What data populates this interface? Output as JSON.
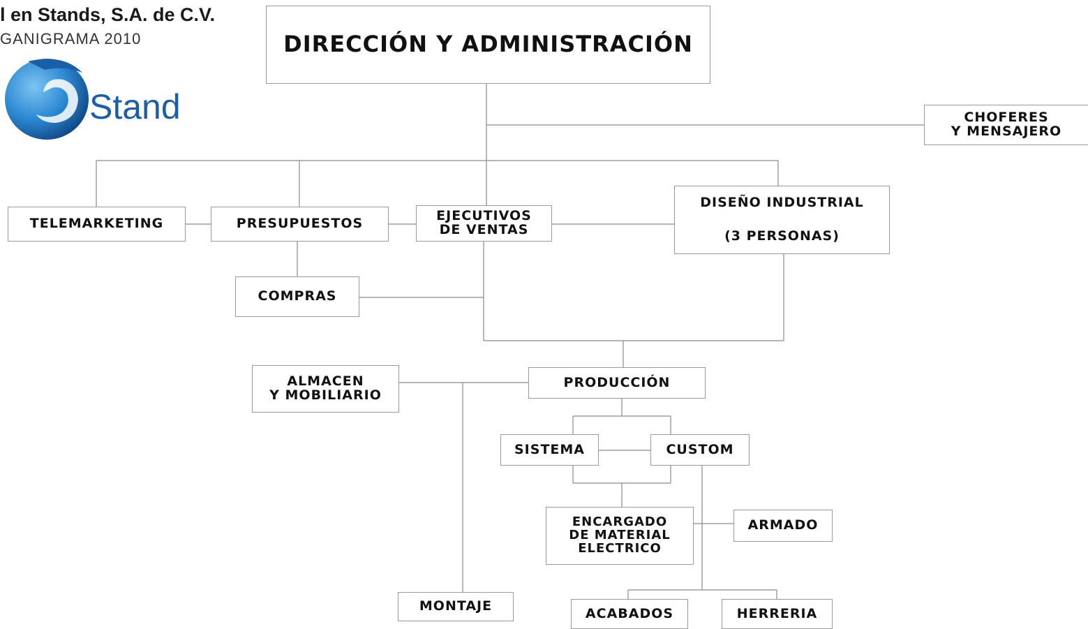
{
  "header": {
    "company": "l en Stands, S.A. de C.V.",
    "subtitle": "GANIGRAMA 2010"
  },
  "logo": {
    "text": "Stand",
    "colors": [
      "#1c5fa8",
      "#3b9ce0",
      "#0d3f7a"
    ]
  },
  "colors": {
    "line": "#8a8a8a",
    "border": "#9a9a9a",
    "text": "#111111"
  },
  "nodes": {
    "direccion": {
      "lines": [
        "DIRECCIÓN Y ADMINISTRACIÓN"
      ]
    },
    "choferes": {
      "lines": [
        "CHOFERES",
        "Y MENSAJERO"
      ]
    },
    "telemarketing": {
      "lines": [
        "TELEMARKETING"
      ]
    },
    "presupuestos": {
      "lines": [
        "PRESUPUESTOS"
      ]
    },
    "ejecutivos": {
      "lines": [
        "EJECUTIVOS",
        "DE VENTAS"
      ]
    },
    "diseno": {
      "lines": [
        "DISEÑO INDUSTRIAL",
        "(3 PERSONAS)"
      ]
    },
    "compras": {
      "lines": [
        "COMPRAS"
      ]
    },
    "almacen": {
      "lines": [
        "ALMACEN",
        "Y MOBILIARIO"
      ]
    },
    "produccion": {
      "lines": [
        "PRODUCCIÓN"
      ]
    },
    "sistema": {
      "lines": [
        "SISTEMA"
      ]
    },
    "custom": {
      "lines": [
        "CUSTOM"
      ]
    },
    "encargado": {
      "lines": [
        "ENCARGADO",
        "DE MATERIAL",
        "ELECTRICO"
      ]
    },
    "armado": {
      "lines": [
        "ARMADO"
      ]
    },
    "montaje": {
      "lines": [
        "MONTAJE"
      ]
    },
    "acabados": {
      "lines": [
        "ACABADOS"
      ]
    },
    "herreria": {
      "lines": [
        "HERRERIA"
      ]
    }
  }
}
